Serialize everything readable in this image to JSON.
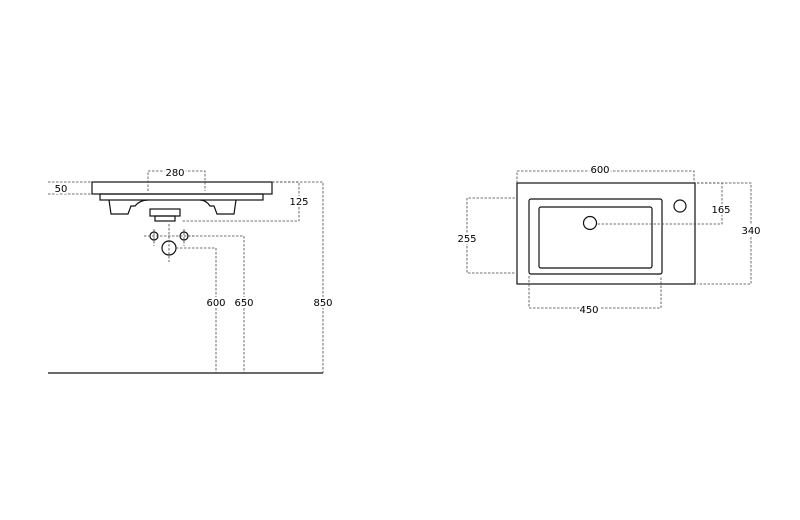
{
  "side_view": {
    "dimensions": {
      "rim_thickness": "50",
      "tap_spacing": "280",
      "rim_to_waste": "125",
      "waste_height": "600",
      "supply_height": "650",
      "rim_height": "850"
    }
  },
  "top_view": {
    "dimensions": {
      "width": "600",
      "basin_depth": "255",
      "drain_offset": "165",
      "depth": "340",
      "basin_width": "450"
    }
  }
}
